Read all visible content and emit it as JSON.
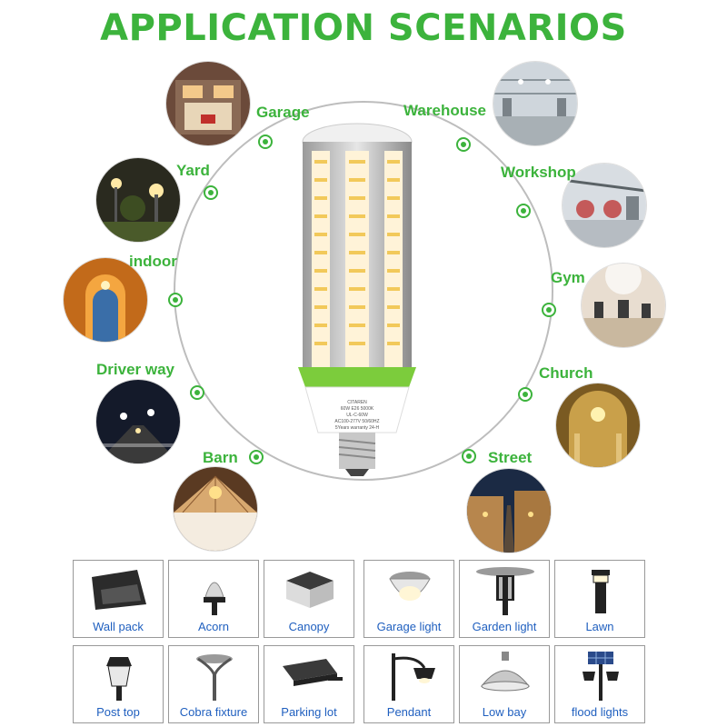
{
  "title": "APPLICATION SCENARIOS",
  "colors": {
    "accent": "#3cb33c",
    "caption": "#1f5fbf"
  },
  "scenarios": [
    {
      "label": "Garage",
      "icon": "garage-photo"
    },
    {
      "label": "Yard",
      "icon": "yard-photo"
    },
    {
      "label": "indoor",
      "icon": "indoor-photo"
    },
    {
      "label": "Driver way",
      "icon": "driver-way-photo"
    },
    {
      "label": "Barn",
      "icon": "barn-photo"
    },
    {
      "label": "Warehouse",
      "icon": "warehouse-photo"
    },
    {
      "label": "Workshop",
      "icon": "workshop-photo"
    },
    {
      "label": "Gym",
      "icon": "gym-photo"
    },
    {
      "label": "Church",
      "icon": "church-photo"
    },
    {
      "label": "Street",
      "icon": "street-photo"
    }
  ],
  "fixtures": [
    {
      "label": "Wall pack",
      "icon": "wall-pack-icon"
    },
    {
      "label": "Acorn",
      "icon": "acorn-icon"
    },
    {
      "label": "Canopy",
      "icon": "canopy-icon"
    },
    {
      "label": "Garage light",
      "icon": "garage-light-icon"
    },
    {
      "label": "Garden light",
      "icon": "garden-light-icon"
    },
    {
      "label": "Lawn",
      "icon": "lawn-icon"
    },
    {
      "label": "Post top",
      "icon": "post-top-icon"
    },
    {
      "label": "Cobra fixture",
      "icon": "cobra-fixture-icon"
    },
    {
      "label": "Parking lot",
      "icon": "parking-lot-icon"
    },
    {
      "label": "Pendant",
      "icon": "pendant-icon"
    },
    {
      "label": "Low bay",
      "icon": "low-bay-icon"
    },
    {
      "label": "flood lights",
      "icon": "flood-lights-icon"
    }
  ],
  "bulb_text": {
    "line1": "CITAREN",
    "line2": "60W E26 5000K",
    "line3": "UL-C-60W",
    "line4": "AC100-277V 50/60HZ",
    "line5": "5Years warranty 24-H"
  }
}
